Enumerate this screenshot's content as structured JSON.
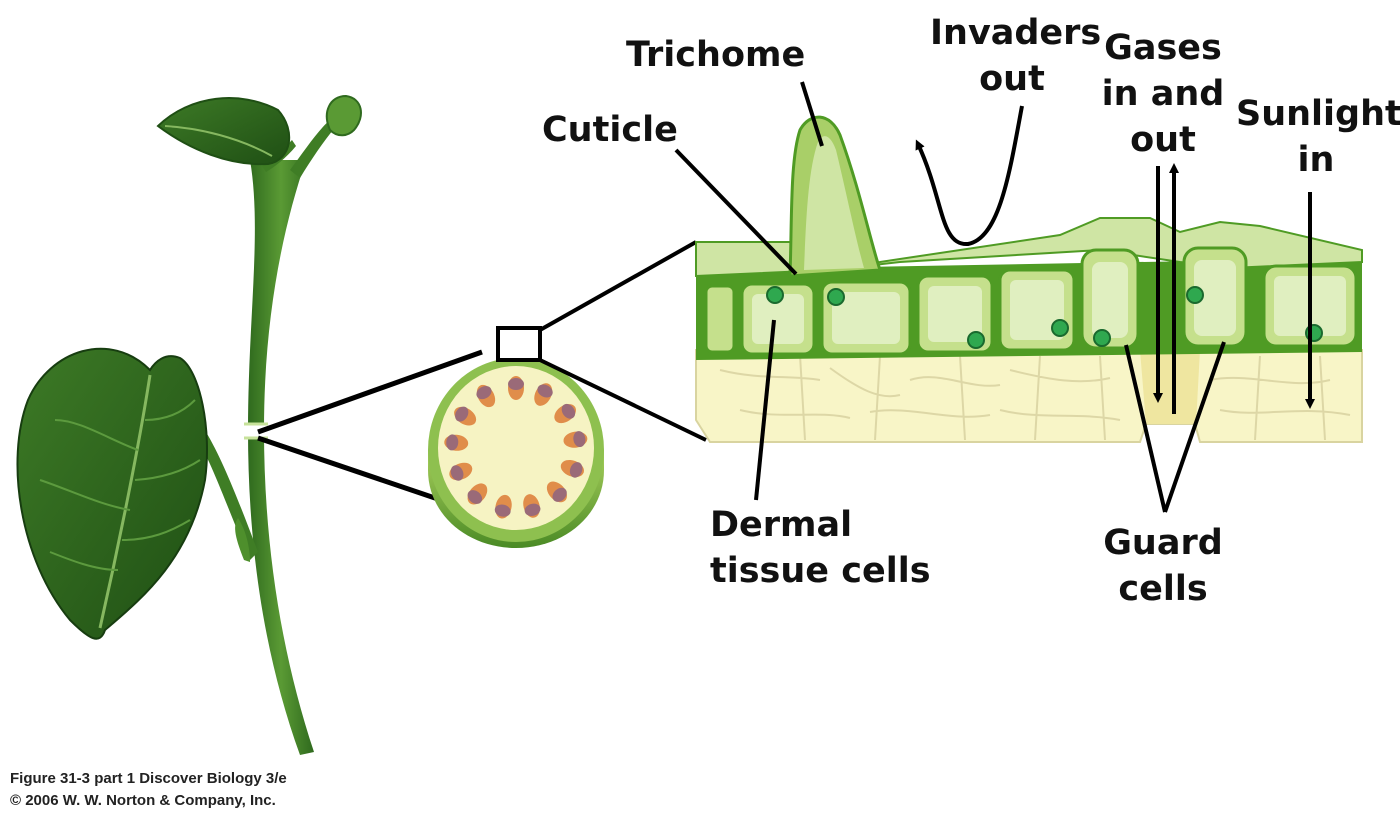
{
  "labels": {
    "trichome": "Trichome",
    "invaders": [
      "Invaders",
      "out"
    ],
    "gases": [
      "Gases",
      "in and",
      "out"
    ],
    "sunlight": [
      "Sunlight",
      "in"
    ],
    "cuticle": "Cuticle",
    "dermal": [
      "Dermal",
      "tissue cells"
    ],
    "guard": [
      "Guard",
      "cells"
    ]
  },
  "credit": {
    "line1": "Figure 31-3 part 1  Discover Biology 3/e",
    "line2": "© 2006 W. W. Norton & Company, Inc."
  },
  "colors": {
    "leaf_dark": "#2f6a1e",
    "leaf_mid": "#4e8f2c",
    "stem": "#3f7d25",
    "dermal_cell": "#a9cf68",
    "dermal_wall": "#4f9b24",
    "cuticle": "#cfe5a4",
    "nucleus": "#2fa84f",
    "ground_tissue": "#f8f5c7",
    "ground_wall": "#d9d4a0",
    "bundle_orange": "#e08d4a",
    "bundle_purple": "#9a6a78",
    "line": "#000000"
  },
  "icons": [
    "plant-illustration",
    "stem-cross-section",
    "epidermis-block",
    "arrow-icon"
  ]
}
